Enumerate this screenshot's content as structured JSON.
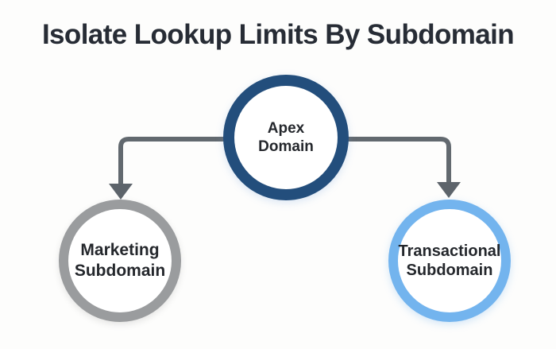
{
  "title": "Isolate Lookup Limits By Subdomain",
  "colors": {
    "background": "#fdfdfc",
    "title_text": "#272c35",
    "node_text": "#24272c",
    "node_fill": "#ffffff"
  },
  "nodes": {
    "apex": {
      "line1": "Apex",
      "line2": "Domain",
      "border_color": "#234e7c"
    },
    "marketing": {
      "line1": "Marketing",
      "line2": "Subdomain",
      "border_color": "#9a9c9e"
    },
    "transactional": {
      "line1": "Transactional",
      "line2": "Subdomain",
      "border_color": "#73b4ee"
    }
  },
  "connectors": {
    "line_color": "#62696f",
    "arrow_color": "#5d646b",
    "from": "Apex Domain",
    "to_left": "Marketing Subdomain",
    "to_right": "Transactional Subdomain"
  }
}
